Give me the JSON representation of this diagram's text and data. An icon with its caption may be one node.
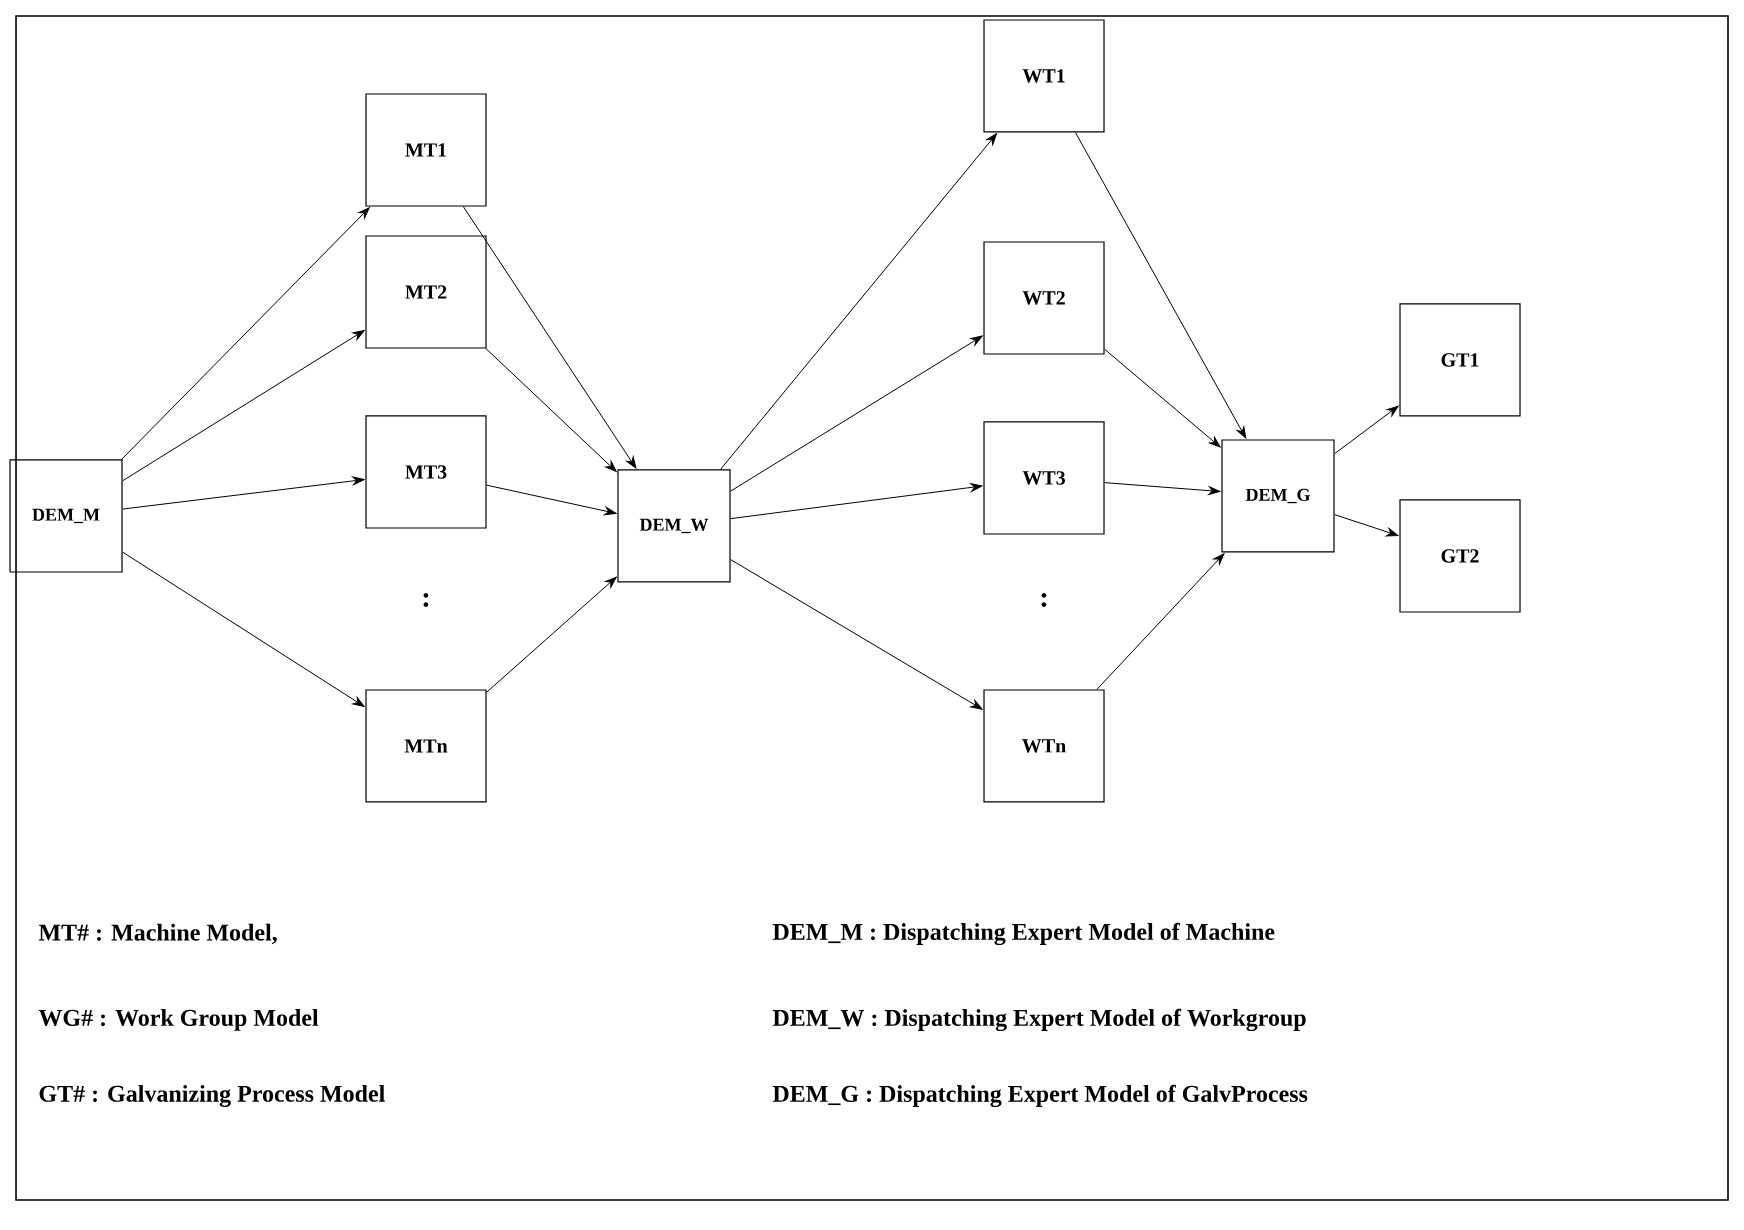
{
  "diagram": {
    "nodes": [
      {
        "text": [
          "DEM_M"
        ]
      },
      {
        "text": [
          "MT1"
        ]
      },
      {
        "text": [
          "MT2"
        ]
      },
      {
        "text": [
          "MT3"
        ]
      },
      {
        "text": [
          "MTn"
        ]
      },
      {
        "text": [
          "DEM_W"
        ]
      },
      {
        "text": [
          "WT1"
        ]
      },
      {
        "text": [
          "WT2"
        ]
      },
      {
        "text": [
          "WT3"
        ]
      },
      {
        "text": [
          "WTn"
        ]
      },
      {
        "text": [
          "DEM_G"
        ]
      },
      {
        "text": [
          "GT1"
        ]
      },
      {
        "text": [
          "GT2"
        ]
      }
    ],
    "edges": [
      {
        "from": 0,
        "to": 1,
        "arrow": "to"
      },
      {
        "from": 0,
        "to": 2,
        "arrow": "to"
      },
      {
        "from": 0,
        "to": 3,
        "arrow": "to"
      },
      {
        "from": 0,
        "to": 4,
        "arrow": "to"
      },
      {
        "from": 1,
        "to": 5,
        "arrow": "to"
      },
      {
        "from": 2,
        "to": 5,
        "arrow": "to"
      },
      {
        "from": 3,
        "to": 5,
        "arrow": "to"
      },
      {
        "from": 4,
        "to": 5,
        "arrow": "to"
      },
      {
        "from": 5,
        "to": 6,
        "arrow": "to"
      },
      {
        "from": 5,
        "to": 7,
        "arrow": "to"
      },
      {
        "from": 5,
        "to": 8,
        "arrow": "to"
      },
      {
        "from": 5,
        "to": 9,
        "arrow": "to"
      },
      {
        "from": 6,
        "to": 10,
        "arrow": "to"
      },
      {
        "from": 7,
        "to": 10,
        "arrow": "to"
      },
      {
        "from": 8,
        "to": 10,
        "arrow": "to"
      },
      {
        "from": 9,
        "to": 10,
        "arrow": "to"
      },
      {
        "from": 10,
        "to": 11,
        "arrow": "to"
      },
      {
        "from": 10,
        "to": 12,
        "arrow": "to"
      }
    ],
    "labels": [
      ":",
      ":",
      "MT# : Machine Model,",
      "DEM_M : Dispatching Expert Model of Machine",
      "WG# : Work Group Model",
      "DEM_W : Dispatching Expert Model of Workgroup",
      "GT# : Galvanizing Process Model",
      "DEM_G : Dispatching Expert Model of GalvProcess"
    ]
  }
}
